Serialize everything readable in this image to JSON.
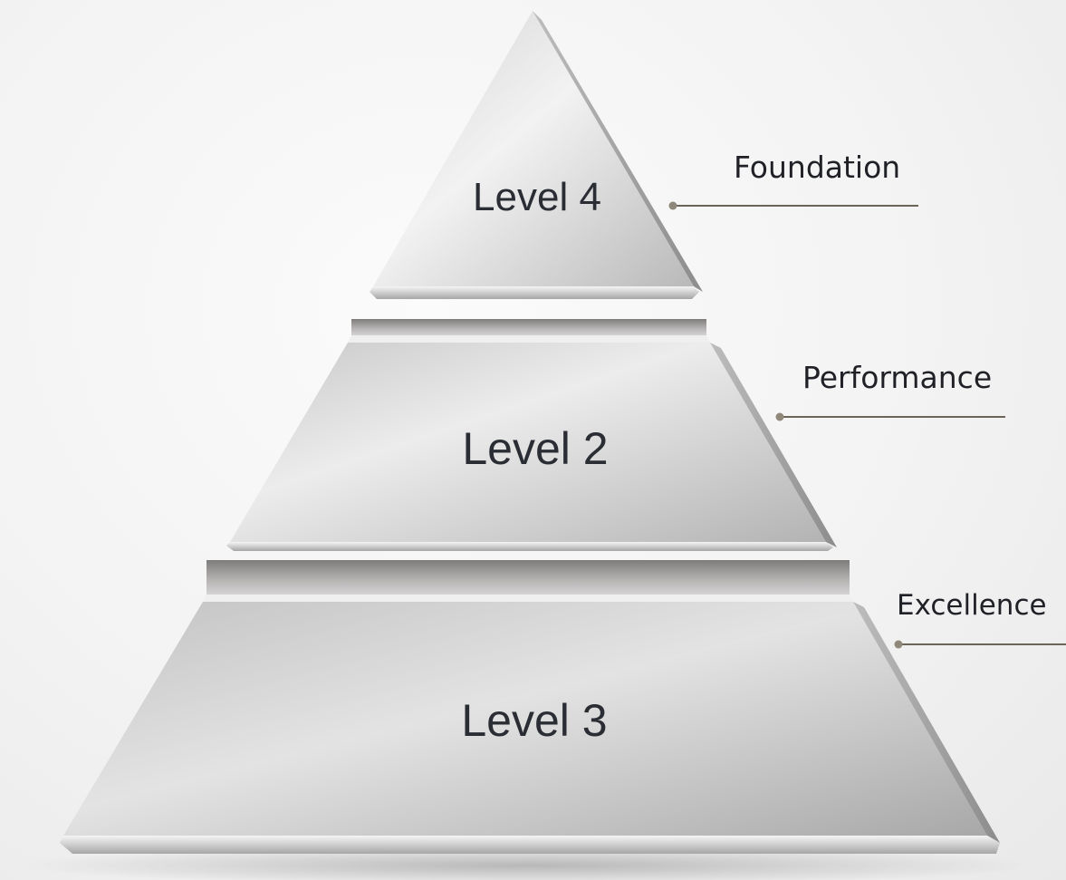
{
  "tiers": [
    {
      "label": "Level 4"
    },
    {
      "label": "Level 2"
    },
    {
      "label": "Level 3"
    }
  ],
  "callouts": [
    {
      "label": "Foundation"
    },
    {
      "label": "Performance"
    },
    {
      "label": "Excellence"
    }
  ],
  "colors": {
    "metal_light": "#e6e6e6",
    "metal_dark": "#a9a9a9",
    "text": "#2a2d33",
    "leader_line": "#6a6558",
    "leader_dot": "#8f877a"
  }
}
